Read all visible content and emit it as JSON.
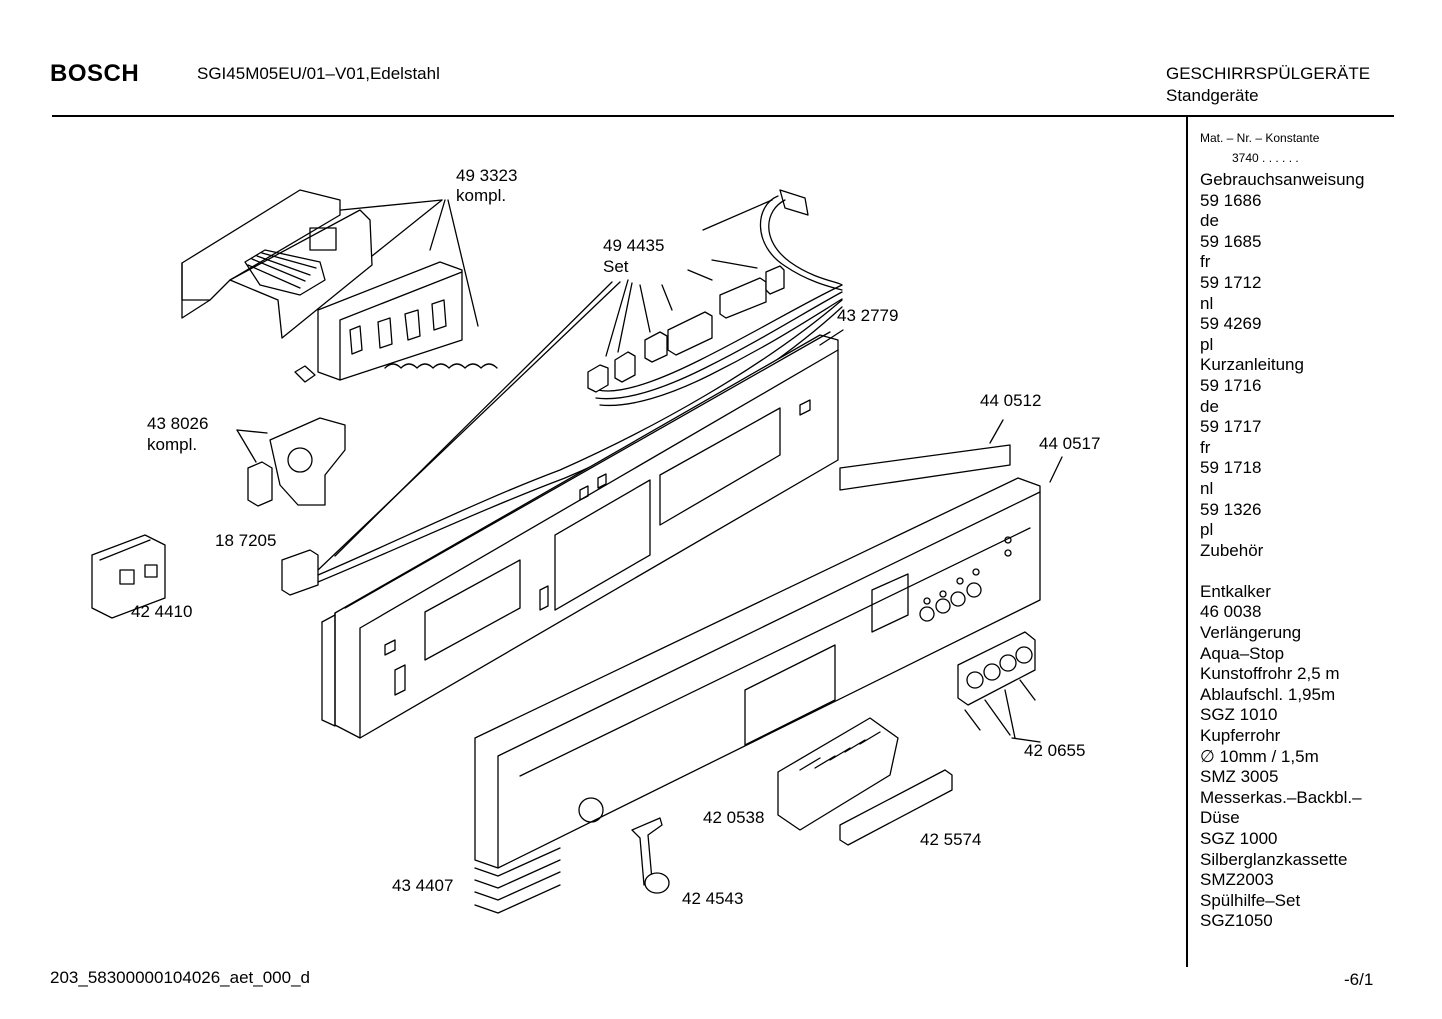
{
  "header": {
    "brand": "BOSCH",
    "model": "SGI45M05EU/01–V01,Edelstahl",
    "category": "GESCHIRRSPÜLGERÄTE",
    "subcategory": "Standgeräte"
  },
  "sidebar": {
    "constant_label": "Mat. – Nr. – Konstante",
    "constant_value": "3740 .  .  .  .  .  .",
    "lines": [
      "Gebrauchsanweisung",
      "59 1686",
      "de",
      "59 1685",
      "fr",
      "59 1712",
      "nl",
      "59 4269",
      "pl",
      "Kurzanleitung",
      "59 1716",
      "de",
      "59 1717",
      "fr",
      "59 1718",
      "nl",
      "59 1326",
      "pl",
      "Zubehör",
      "",
      "Entkalker",
      "46 0038",
      "Verlängerung",
      "Aqua–Stop",
      "Kunstoffrohr 2,5 m",
      "Ablaufschl. 1,95m",
      "SGZ 1010",
      "Kupferrohr",
      "∅ 10mm / 1,5m",
      "SMZ 3005",
      "Messerkas.–Backbl.–",
      "Düse",
      "SGZ 1000",
      "Silberglanzkassette",
      "SMZ2003",
      "Spülhilfe–Set",
      "SGZ1050"
    ]
  },
  "parts": {
    "p493323": "49 3323",
    "p493323_sub": "kompl.",
    "p494435": "49 4435",
    "p494435_sub": "Set",
    "p432779": "43 2779",
    "p438026": "43 8026",
    "p438026_sub": "kompl.",
    "p187205": "18 7205",
    "p424410": "42 4410",
    "p440512": "44 0512",
    "p440517": "44 0517",
    "p420655": "42 0655",
    "p420538": "42 0538",
    "p425574": "42 5574",
    "p434407": "43 4407",
    "p424543": "42 4543"
  },
  "footer": {
    "doc_id": "203_58300000104026_aet_000_d",
    "page": "-6/1"
  }
}
